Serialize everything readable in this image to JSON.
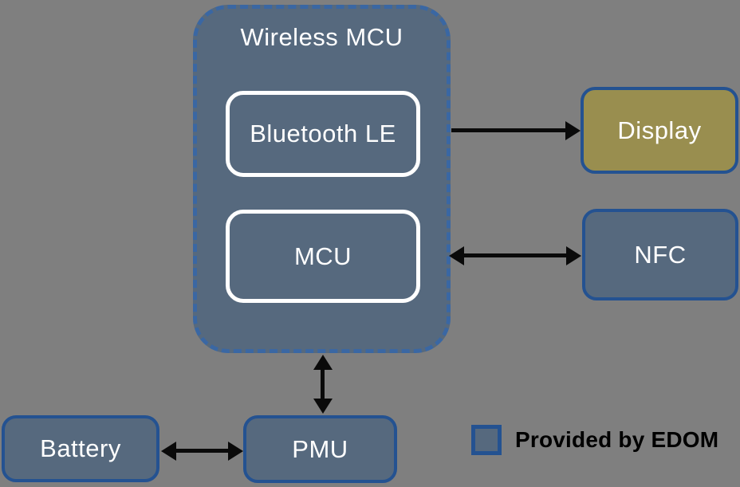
{
  "colors": {
    "background": "#7F7F7F",
    "box_fill": "#56697E",
    "box_border": "#245291",
    "dashed_border": "#3A67A3",
    "display_fill": "#998E4F",
    "inner_border": "#FFFFFF",
    "text_light": "#FFFFFF",
    "arrow": "#0A0A0A",
    "legend_text": "#000000"
  },
  "diagram": {
    "wireless_mcu": {
      "label": "Wireless MCU"
    },
    "bluetooth_le": {
      "label": "Bluetooth LE"
    },
    "mcu": {
      "label": "MCU"
    },
    "display": {
      "label": "Display"
    },
    "nfc": {
      "label": "NFC"
    },
    "pmu": {
      "label": "PMU"
    },
    "battery": {
      "label": "Battery"
    }
  },
  "legend": {
    "label": "Provided by EDOM"
  },
  "connections": [
    {
      "from": "Bluetooth LE",
      "to": "Display",
      "direction": "one-way"
    },
    {
      "from": "MCU",
      "to": "NFC",
      "direction": "two-way"
    },
    {
      "from": "Wireless MCU",
      "to": "PMU",
      "direction": "two-way"
    },
    {
      "from": "Battery",
      "to": "PMU",
      "direction": "two-way"
    }
  ]
}
